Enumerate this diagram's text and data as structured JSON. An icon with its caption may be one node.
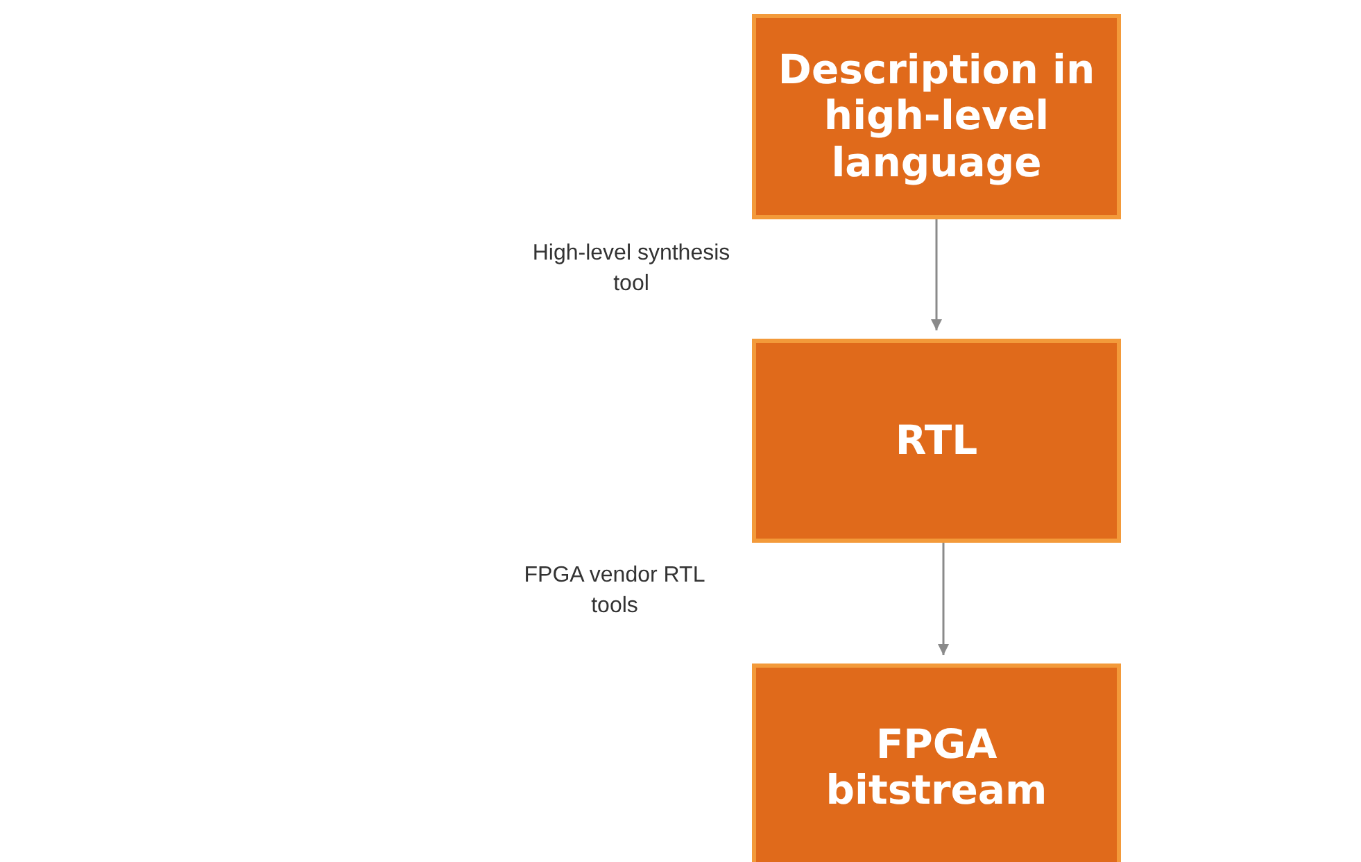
{
  "diagram": {
    "nodes": [
      {
        "text": [
          "Description in high-level language"
        ]
      },
      {
        "text": [
          "RTL"
        ]
      },
      {
        "text": [
          "FPGA bitstream"
        ]
      }
    ],
    "edges": [
      {
        "from": 0,
        "to": 1,
        "arrow": "to"
      },
      {
        "from": 1,
        "to": 2,
        "arrow": "to"
      }
    ],
    "labels": [
      "High-level synthesis tool",
      "FPGA vendor RTL tools"
    ]
  }
}
